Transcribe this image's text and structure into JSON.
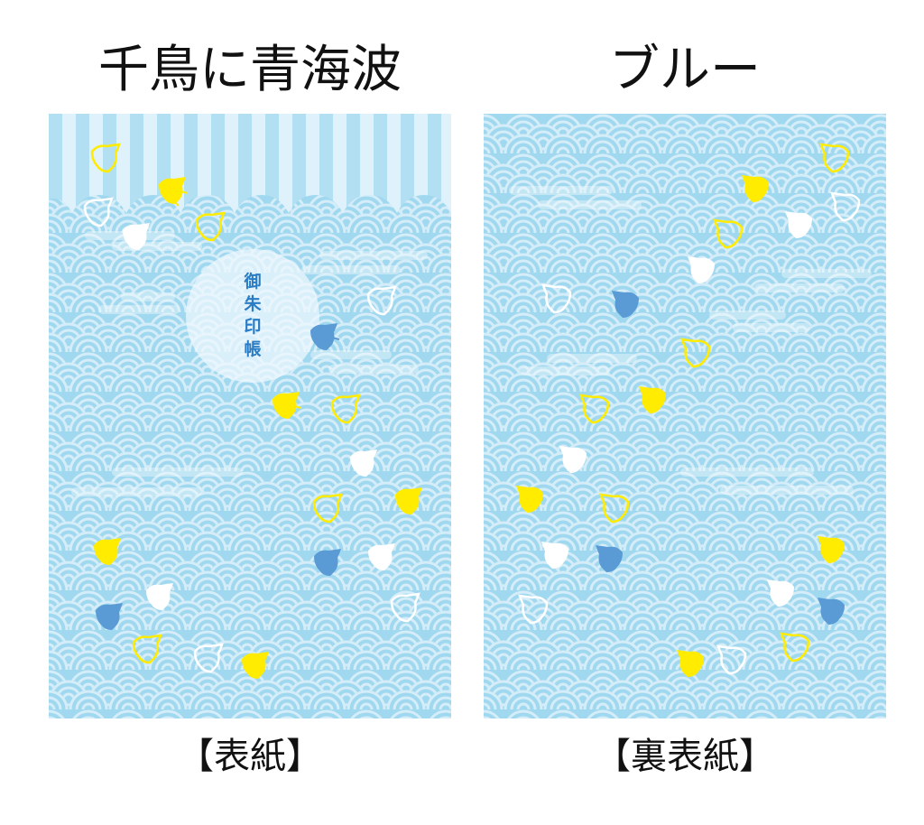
{
  "titles": {
    "left": "千鳥に青海波",
    "right": "ブルー"
  },
  "captions": {
    "left": "【表紙】",
    "right": "【裏表紙】"
  },
  "front_cover": {
    "moon_label": [
      "御",
      "朱",
      "印",
      "帳"
    ],
    "has_stripes_top": true
  },
  "colors": {
    "wave_bg": "#9fd8ef",
    "wave_line": "#d4edf8",
    "stripe_light": "#dbeffa",
    "stripe_dark": "#a9dbf1",
    "bird_yellow": "#ffec00",
    "bird_white": "#ffffff",
    "bird_blue": "#5b9bd5",
    "moon_text": "#2a7cc4"
  }
}
